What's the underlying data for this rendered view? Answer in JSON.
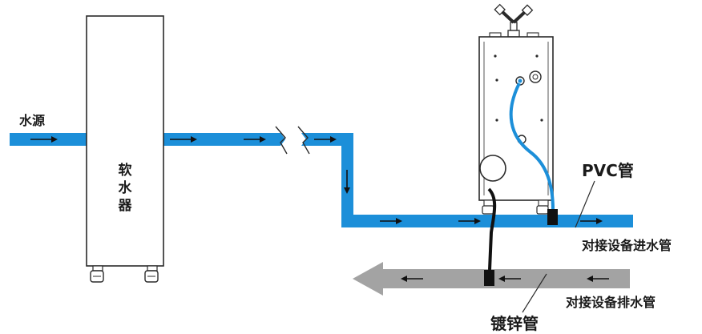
{
  "labels": {
    "water_source": "水源",
    "softener": "软水器",
    "pvc_pipe": "PVC管",
    "inlet_note": "对接设备进水管",
    "drain_note": "对接设备排水管",
    "galvanized_pipe": "镀锌管"
  },
  "colors": {
    "supply_pipe": "#1c8fd9",
    "drain_pipe": "#a3a3a3",
    "outline": "#2a2a2a",
    "arrow": "#111111"
  }
}
